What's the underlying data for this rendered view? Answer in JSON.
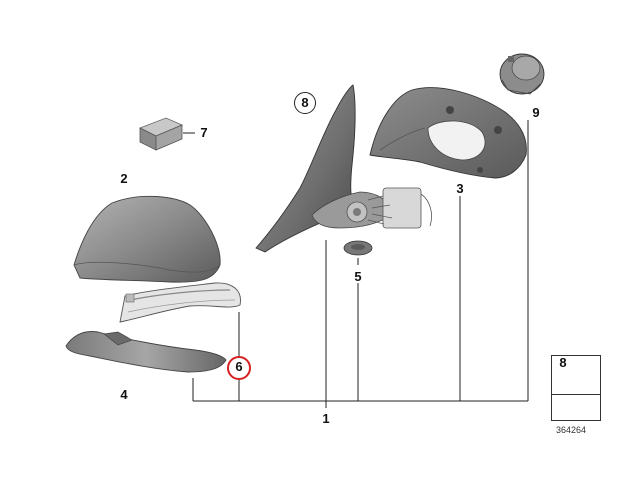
{
  "callouts": {
    "c1": "1",
    "c2": "2",
    "c3": "3",
    "c4": "4",
    "c5": "5",
    "c6": "6",
    "c7": "7",
    "c8": "8",
    "c9": "9",
    "c8_inset": "8"
  },
  "diagram_number": "364264",
  "colors": {
    "highlight_circle": "#d62020",
    "part_fill": "#8c8c8c",
    "leader_line": "#222222"
  }
}
